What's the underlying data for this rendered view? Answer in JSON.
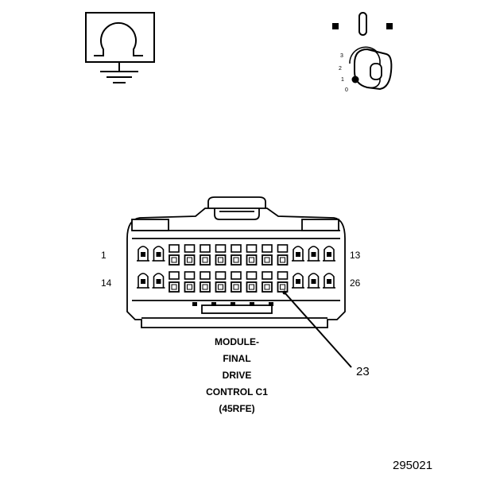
{
  "connector": {
    "caption_lines": [
      "MODULE-",
      "FINAL",
      "DRIVE",
      "CONTROL C1",
      "(45RFE)"
    ],
    "pin_labels": {
      "row1_start": "1",
      "row1_end": "13",
      "row2_start": "14",
      "row2_end": "26"
    },
    "callout": "23",
    "pin_count": 26
  },
  "ignition_key": {
    "positions": [
      "3",
      "2",
      "1",
      "0"
    ]
  },
  "figure_id": "295021",
  "icons": [
    "ground-symbol-icon",
    "ignition-switch-icon",
    "connector-pin-icon"
  ]
}
